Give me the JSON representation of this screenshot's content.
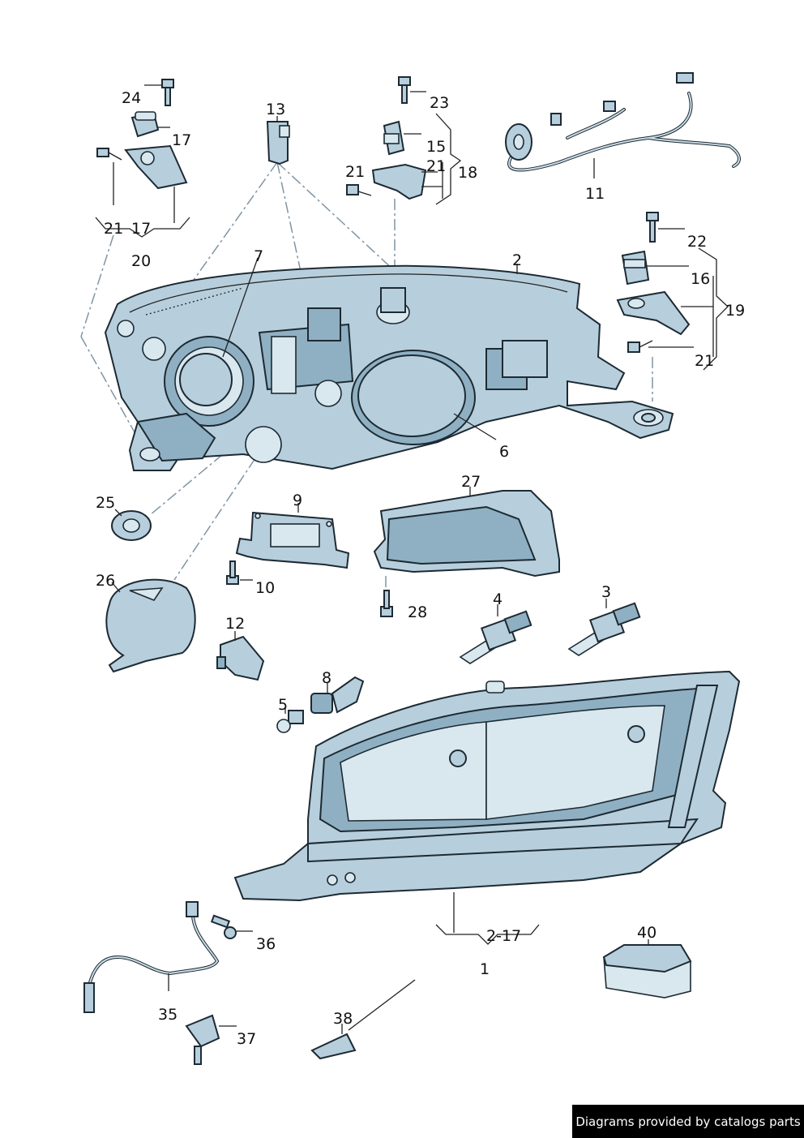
{
  "labels": {
    "l1": "1",
    "l2": "2",
    "l3": "3",
    "l4": "4",
    "l5": "5",
    "l6": "6",
    "l7": "7",
    "l8": "8",
    "l9": "9",
    "l10": "10",
    "l11": "11",
    "l12": "12",
    "l13": "13",
    "l15": "15",
    "l16": "16",
    "l17a": "17",
    "l17b": "17",
    "l18": "18",
    "l19": "19",
    "l20": "20",
    "l21a": "21",
    "l21b": "21",
    "l21c": "21",
    "l21d": "21",
    "l22": "22",
    "l23": "23",
    "l24": "24",
    "l25": "25",
    "l26": "26",
    "l27": "27",
    "l28": "28",
    "l35": "35",
    "l36": "36",
    "l37": "37",
    "l38": "38",
    "l40": "40",
    "l2_17": "2-17"
  },
  "credit": "Diagrams provided by catalogs parts"
}
